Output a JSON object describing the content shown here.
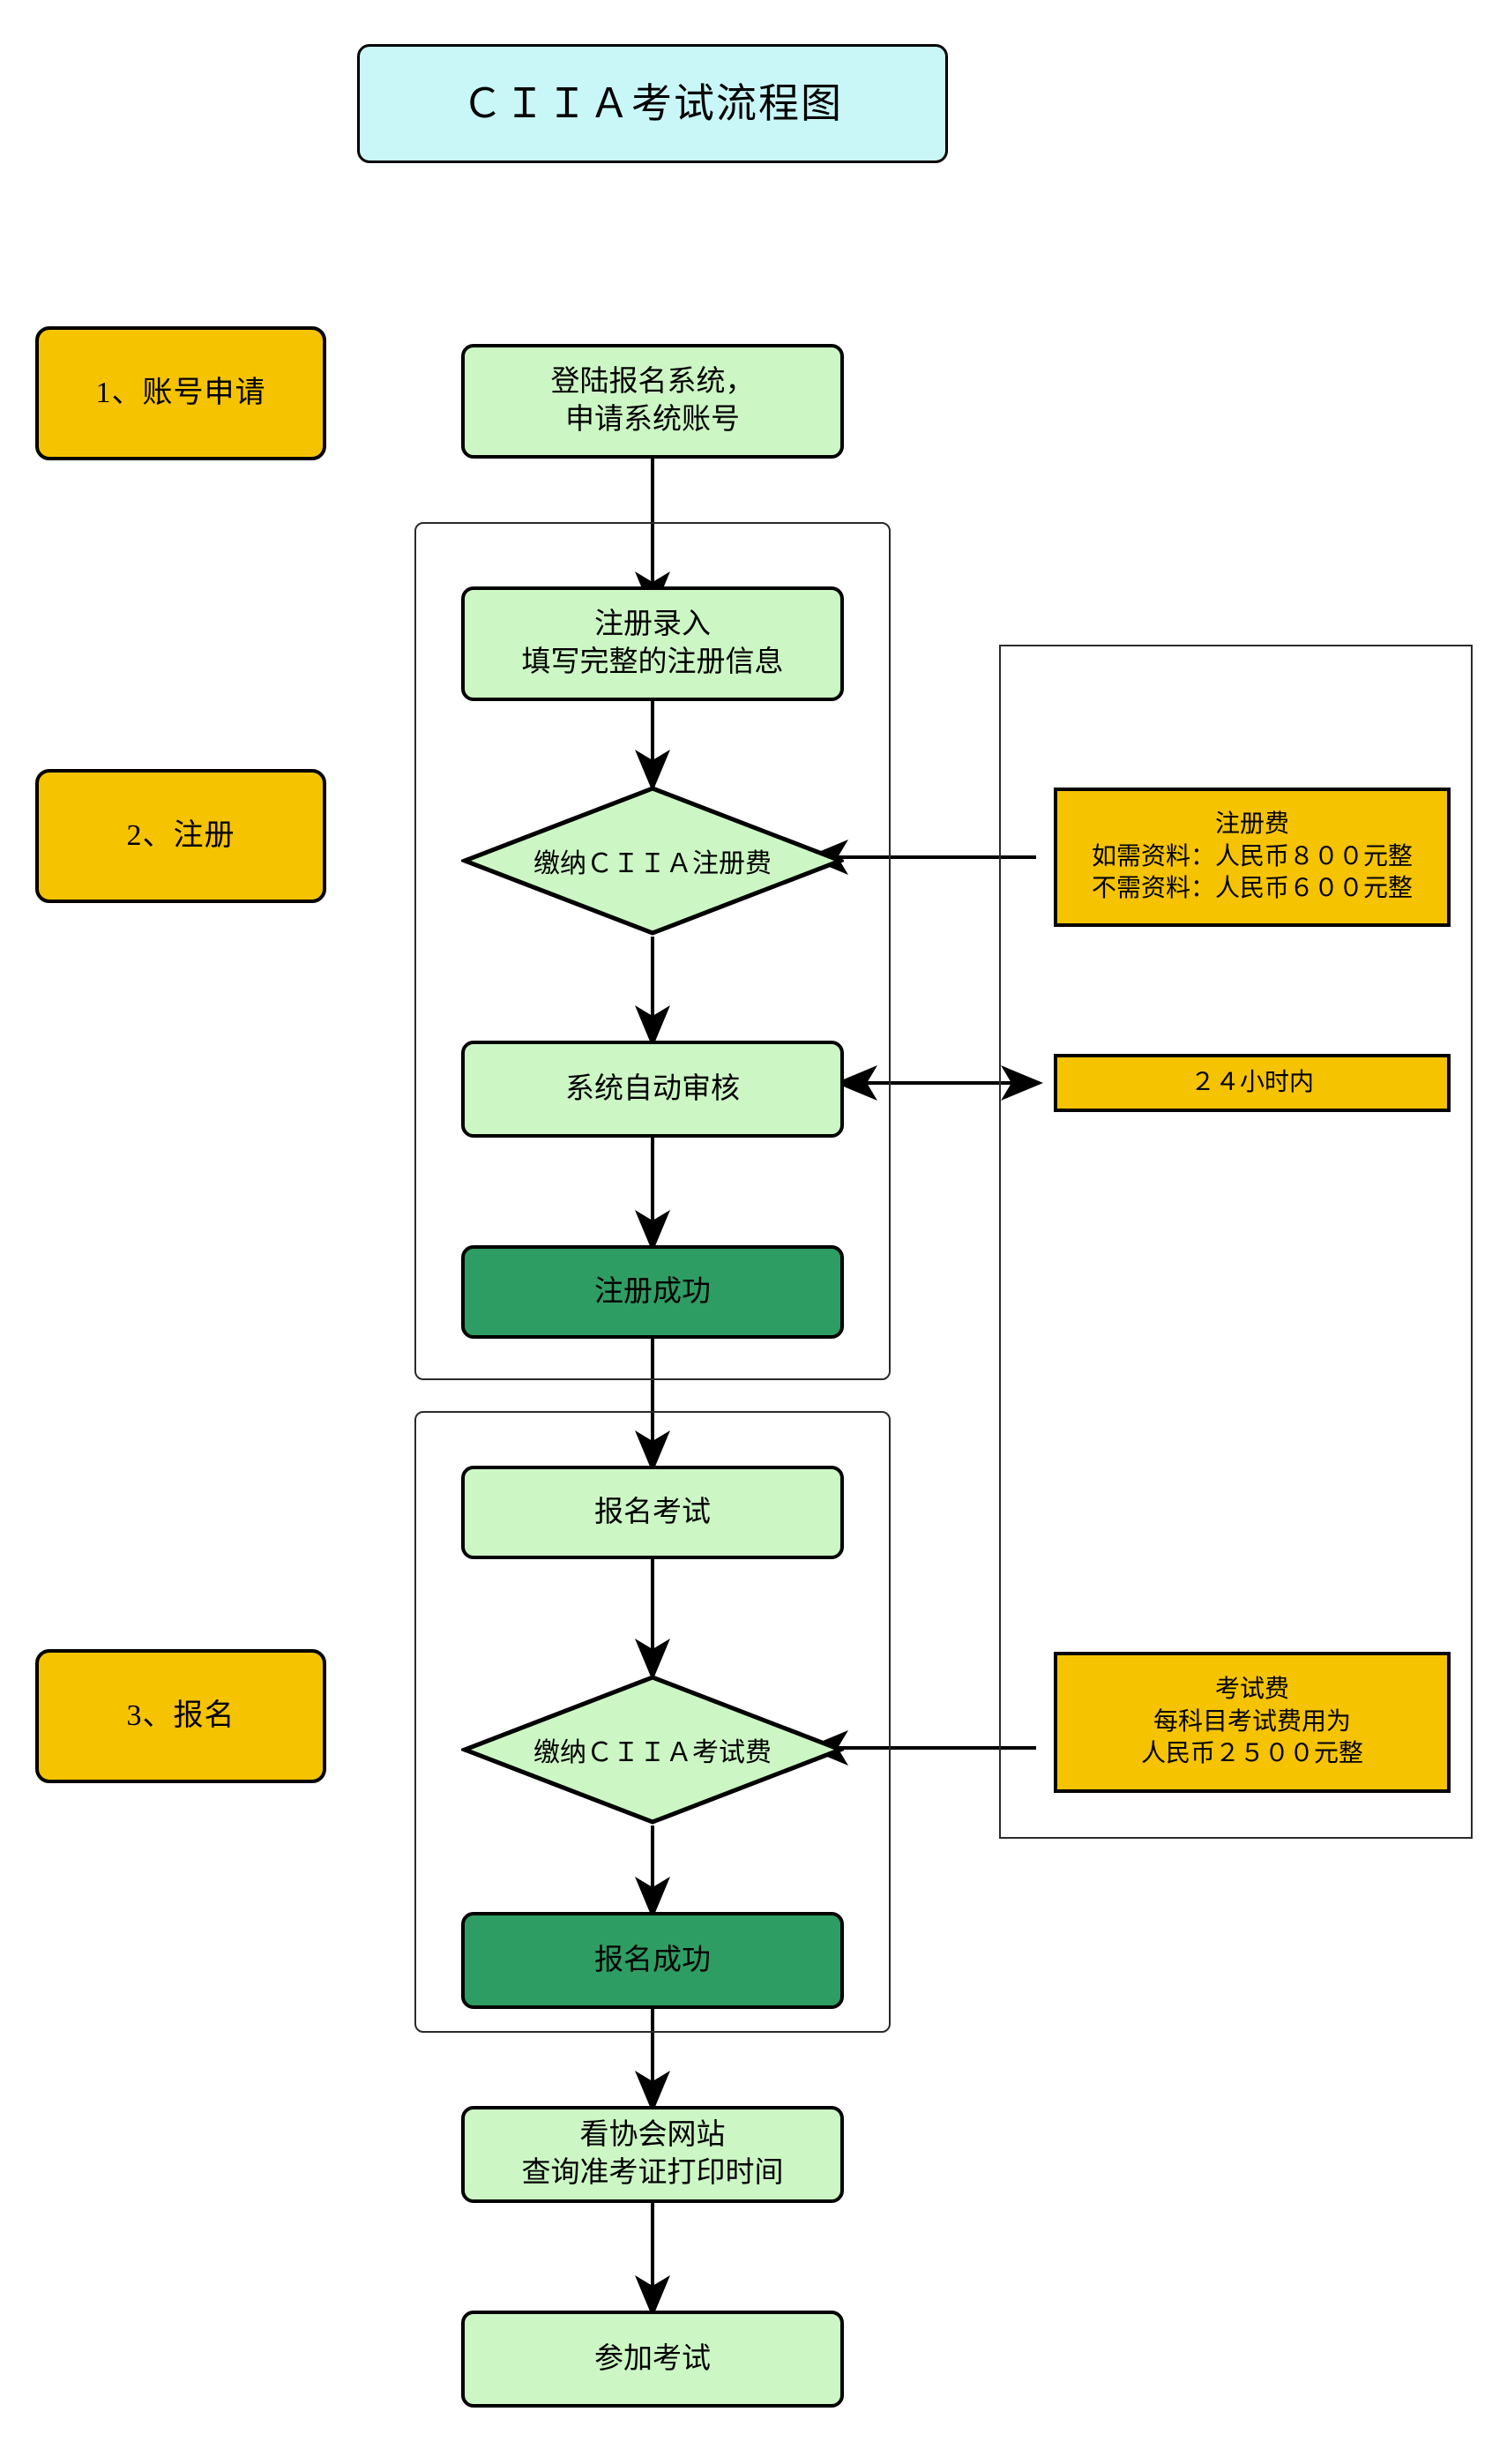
{
  "title": {
    "text": "ＣＩＩＡ考试流程图"
  },
  "colors": {
    "title_fill": "#c9f7f7",
    "stage_fill": "#f5c300",
    "process_fill": "#ccf7c4",
    "success_fill": "#2e9d63",
    "note_fill": "#f5c300",
    "stroke": "#000000",
    "page_bg": "#ffffff"
  },
  "stages": [
    {
      "label": "1、账号申请"
    },
    {
      "label": "2、注册"
    },
    {
      "label": "3、报名"
    }
  ],
  "flow": {
    "login": "登陆报名系统，\n申请系统账号",
    "register_input": "注册录入\n填写完整的注册信息",
    "pay_registration_fee": "缴纳ＣＩＩＡ注册费",
    "auto_review": "系统自动审核",
    "register_success": "注册成功",
    "exam_signup": "报名考试",
    "pay_exam_fee": "缴纳ＣＩＩＡ考试费",
    "signup_success": "报名成功",
    "check_website": "看协会网站\n查询准考证打印时间",
    "take_exam": "参加考试"
  },
  "notes": {
    "registration_fee": "注册费\n如需资料：人民币８００元整\n不需资料：人民币６００元整",
    "review_time": "２４小时内",
    "exam_fee": "考试费\n每科目考试费用为\n人民币２５００元整"
  },
  "icons": {
    "arrow_down": "arrow-down-icon",
    "arrow_double": "arrow-double-horizontal-icon"
  }
}
